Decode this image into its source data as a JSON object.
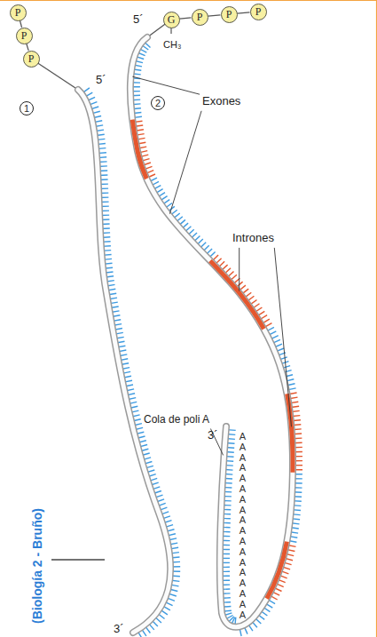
{
  "diagram": {
    "nodes": [
      {
        "text": [
          "P"
        ]
      },
      {
        "text": [
          "P"
        ]
      },
      {
        "text": [
          "P"
        ]
      },
      {
        "text": [
          "1"
        ]
      },
      {
        "text": [
          "G"
        ]
      },
      {
        "text": [
          "P"
        ]
      },
      {
        "text": [
          "P"
        ]
      },
      {
        "text": [
          "P"
        ]
      },
      {
        "text": [
          "2"
        ]
      }
    ],
    "edges": [
      {
        "from": 0,
        "to": 1,
        "arrow": "none"
      },
      {
        "from": 1,
        "to": 2,
        "arrow": "none"
      },
      {
        "from": 4,
        "to": 5,
        "arrow": "none"
      },
      {
        "from": 5,
        "to": 6,
        "arrow": "none"
      },
      {
        "from": 6,
        "to": 7,
        "arrow": "none"
      }
    ],
    "labels": [
      "5´",
      "3´",
      "5´",
      "CH₃",
      "Exones",
      "Intrones",
      "Cola de poli A",
      "3´",
      "AAAAAAAAAAAAAAAAAA",
      "(Biología 2 - Bruño)"
    ]
  }
}
